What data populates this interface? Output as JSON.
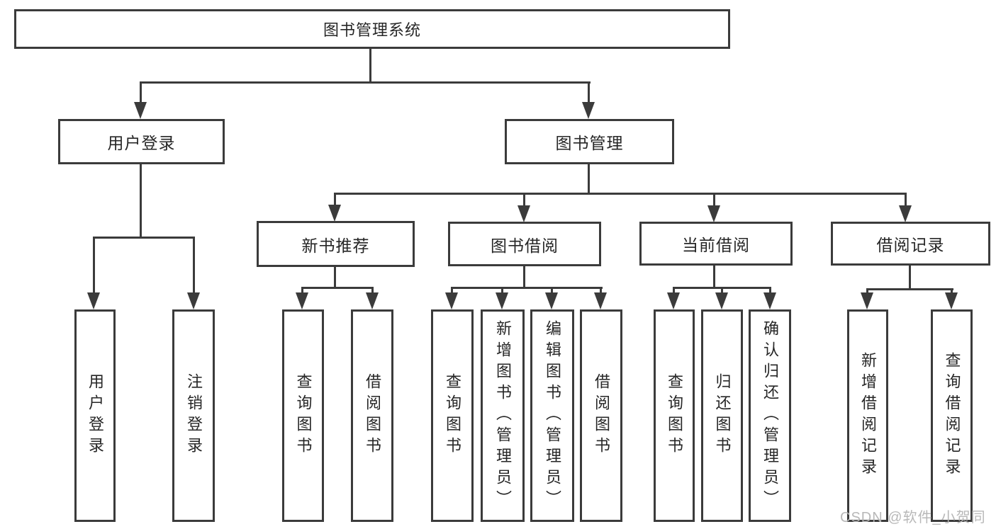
{
  "diagram": {
    "type": "hierarchy-tree",
    "title": "图书管理系统",
    "nodes": {
      "root": "图书管理系统",
      "level2": [
        "用户登录",
        "图书管理"
      ],
      "level3": [
        "新书推荐",
        "图书借阅",
        "当前借阅",
        "借阅记录"
      ],
      "leaves": [
        "用户登录",
        "注销登录",
        "查询图书",
        "借阅图书",
        "查询图书",
        "新增图书（管理员）",
        "编辑图书（管理员）",
        "借阅图书",
        "查询图书",
        "归还图书",
        "确认归还（管理员）",
        "新增借阅记录",
        "查询借阅记录"
      ]
    },
    "tree": {
      "label": "图书管理系统",
      "children": [
        {
          "label": "用户登录",
          "children": [
            {
              "label": "用户登录"
            },
            {
              "label": "注销登录"
            }
          ]
        },
        {
          "label": "图书管理",
          "children": [
            {
              "label": "新书推荐",
              "children": [
                {
                  "label": "查询图书"
                },
                {
                  "label": "借阅图书"
                }
              ]
            },
            {
              "label": "图书借阅",
              "children": [
                {
                  "label": "查询图书"
                },
                {
                  "label": "新增图书（管理员）"
                },
                {
                  "label": "编辑图书（管理员）"
                },
                {
                  "label": "借阅图书"
                }
              ]
            },
            {
              "label": "当前借阅",
              "children": [
                {
                  "label": "查询图书"
                },
                {
                  "label": "归还图书"
                },
                {
                  "label": "确认归还（管理员）"
                }
              ]
            },
            {
              "label": "借阅记录",
              "children": [
                {
                  "label": "新增借阅记录"
                },
                {
                  "label": "查询借阅记录"
                }
              ]
            }
          ]
        }
      ]
    },
    "colors": {
      "line": "#3b3b3b",
      "text": "#262626",
      "background": "#ffffff",
      "watermark": "#b5b5b5"
    }
  },
  "watermark": "CSDN @软件_小贺同学"
}
